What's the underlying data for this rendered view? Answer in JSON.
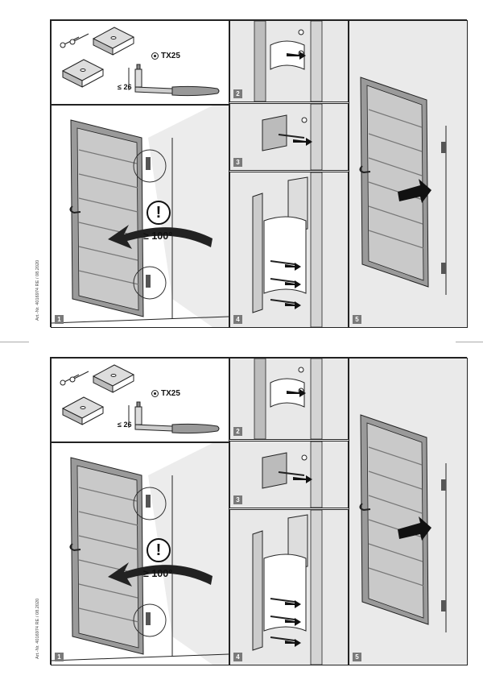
{
  "sheets": [
    {
      "tool_label": "TX25",
      "dimension_label": "≤ 26",
      "angle_label": "≥ 100°",
      "warning_symbol": "!",
      "steps": [
        "1",
        "2",
        "3",
        "4",
        "5"
      ],
      "article_number": "Art.-Nr. 4016974 RE / 08.2020"
    },
    {
      "tool_label": "TX25",
      "dimension_label": "≤ 26",
      "angle_label": "≥ 100°",
      "warning_symbol": "!",
      "steps": [
        "1",
        "2",
        "3",
        "4",
        "5"
      ],
      "article_number": "Art.-Nr. 4016974 RE / 08.2020"
    }
  ],
  "colors": {
    "line": "#222222",
    "panel_fill": "#c9c9c9",
    "wall": "#e9e9e9",
    "badge": "#7a7a7a"
  }
}
